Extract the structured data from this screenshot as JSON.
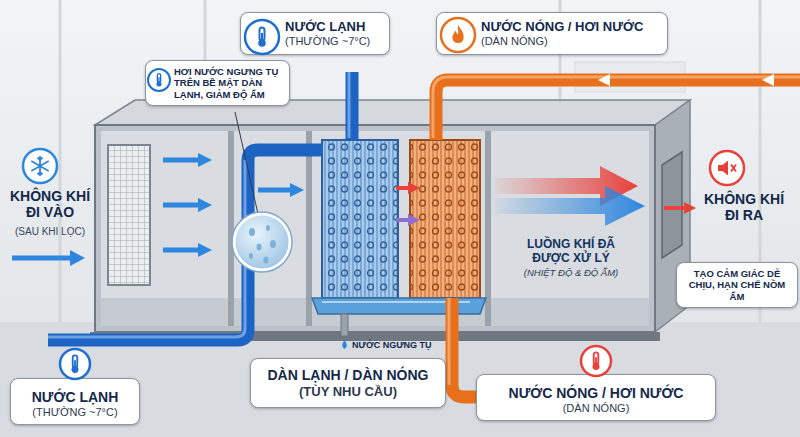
{
  "diagram": {
    "nodes": [
      {
        "text": [
          "NƯỚC LẠNH",
          "(THƯỜNG ~7°C)"
        ]
      },
      {
        "text": [
          "NƯỚC NÓNG / HƠI NƯỚC",
          "(DÀN NÓNG)"
        ]
      },
      {
        "text": [
          "HƠI NƯỚC NGƯNG TỤ TRÊN BỀ MẶT DÀN LẠNH, GIẢM ĐỘ ẨM"
        ]
      },
      {
        "text": [
          "TẠO CẢM GIÁC DỄ CHỊU, HẠN CHẾ NỒM ẨM"
        ]
      },
      {
        "text": [
          "NƯỚC LẠNH",
          "(THƯỜNG ~7°C)"
        ]
      },
      {
        "text": [
          "DÀN LẠNH / DÀN NÓNG",
          "(TÙY NHU CẦU)"
        ]
      },
      {
        "text": [
          "NƯỚC NÓNG / HƠI NƯỚC",
          "(DÀN NÓNG)"
        ]
      }
    ],
    "labels": [
      "KHÔNG KHÍ ĐI VÀO",
      "(SAU KHI LỌC)",
      "KHÔNG KHÍ ĐI RA",
      "LUỒNG KHÍ ĐÃ ĐƯỢC XỬ LÝ",
      "(NHIỆT ĐỘ & ĐỘ ẨM)",
      "NƯỚC NGƯNG TỤ"
    ]
  }
}
